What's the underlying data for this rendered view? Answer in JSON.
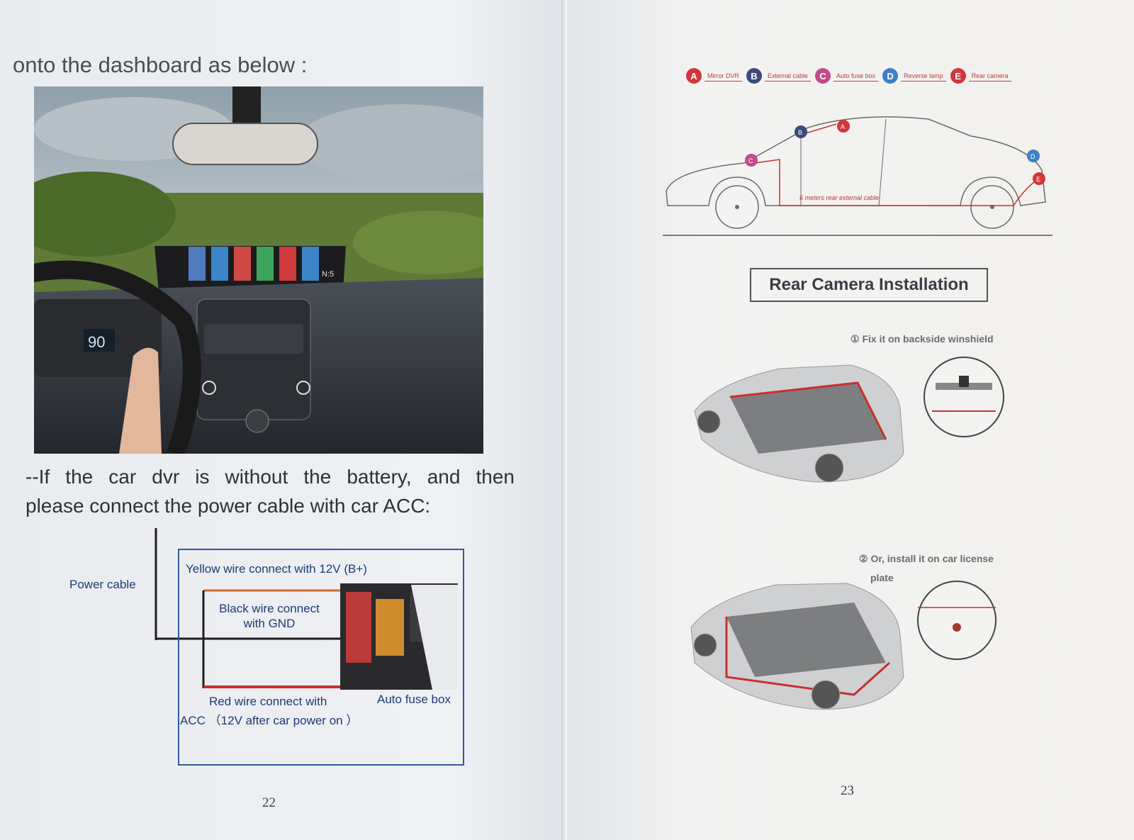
{
  "left_page": {
    "lead_text": "onto the dashboard as below :",
    "body_line1": "--If the car dvr is without the battery, and then",
    "body_line2": "please connect the power cable with car ACC:",
    "photo_screen_time": "N:5",
    "photo_speed": "90",
    "diagram": {
      "power_cable_label": "Power cable",
      "yellow_wire_label": "Yellow wire connect with 12V  (B+)",
      "black_wire_label_1": "Black wire connect",
      "black_wire_label_2": "with GND",
      "red_wire_label_1": "Red wire connect with",
      "red_wire_label_2": "ACC  （12V after car power on ）",
      "fuse_box_label": "Auto fuse box"
    },
    "page_number": "22"
  },
  "right_page": {
    "legend": [
      {
        "badge": "A",
        "label": "Mirror DVR",
        "color": "#d2373c"
      },
      {
        "badge": "B",
        "label": "External cable",
        "color": "#3e4a7a"
      },
      {
        "badge": "C",
        "label": "Auto fuse box",
        "color": "#c44a8a"
      },
      {
        "badge": "D",
        "label": "Reverse lamp",
        "color": "#3f7fc6"
      },
      {
        "badge": "E",
        "label": "Rear camera",
        "color": "#d2373c"
      }
    ],
    "car_badges": {
      "a": "A",
      "b": "B",
      "c": "C",
      "d": "D",
      "e": "E"
    },
    "cable_label": "6 meters rear external cable",
    "install_title": "Rear Camera Installation",
    "step1": "① Fix it on backside winshield",
    "step2_line1": "② Or, install it on car license",
    "step2_line2": "plate",
    "page_number": "23"
  }
}
